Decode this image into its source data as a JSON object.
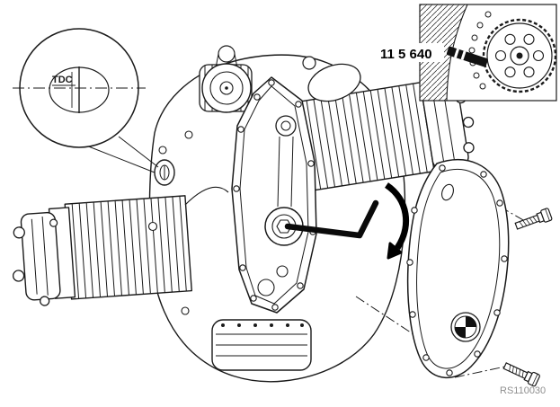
{
  "figure": {
    "labels": {
      "tdc": "TDC",
      "tool_number": "11 5 640",
      "reference_code": "RS110030"
    },
    "colors": {
      "background": "#ffffff",
      "line": "#1a1a1a",
      "reference_text": "#8f8f8f"
    }
  }
}
